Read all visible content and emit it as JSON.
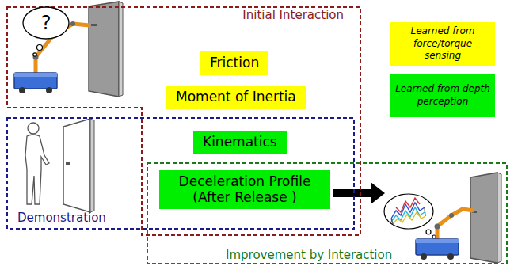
{
  "diagram": {
    "nodes": [
      {
        "text": [
          "Initial Interaction"
        ]
      },
      {
        "text": [
          "?"
        ]
      },
      {
        "text": [
          "Friction"
        ],
        "in": 0
      },
      {
        "text": [
          "Moment of Inertia"
        ],
        "in": 0
      },
      {
        "text": [
          "Demonstration"
        ]
      },
      {
        "text": [
          "Kinematics"
        ]
      },
      {
        "text": [
          "Deceleration Profile (After Release )"
        ]
      },
      {
        "text": [
          "Improvement by Interaction"
        ]
      }
    ],
    "legend": [
      {
        "text": "Learned from force/torque sensing",
        "color": "#ffff00"
      },
      {
        "text": "Learned from depth perception",
        "color": "#00ee00"
      }
    ]
  }
}
